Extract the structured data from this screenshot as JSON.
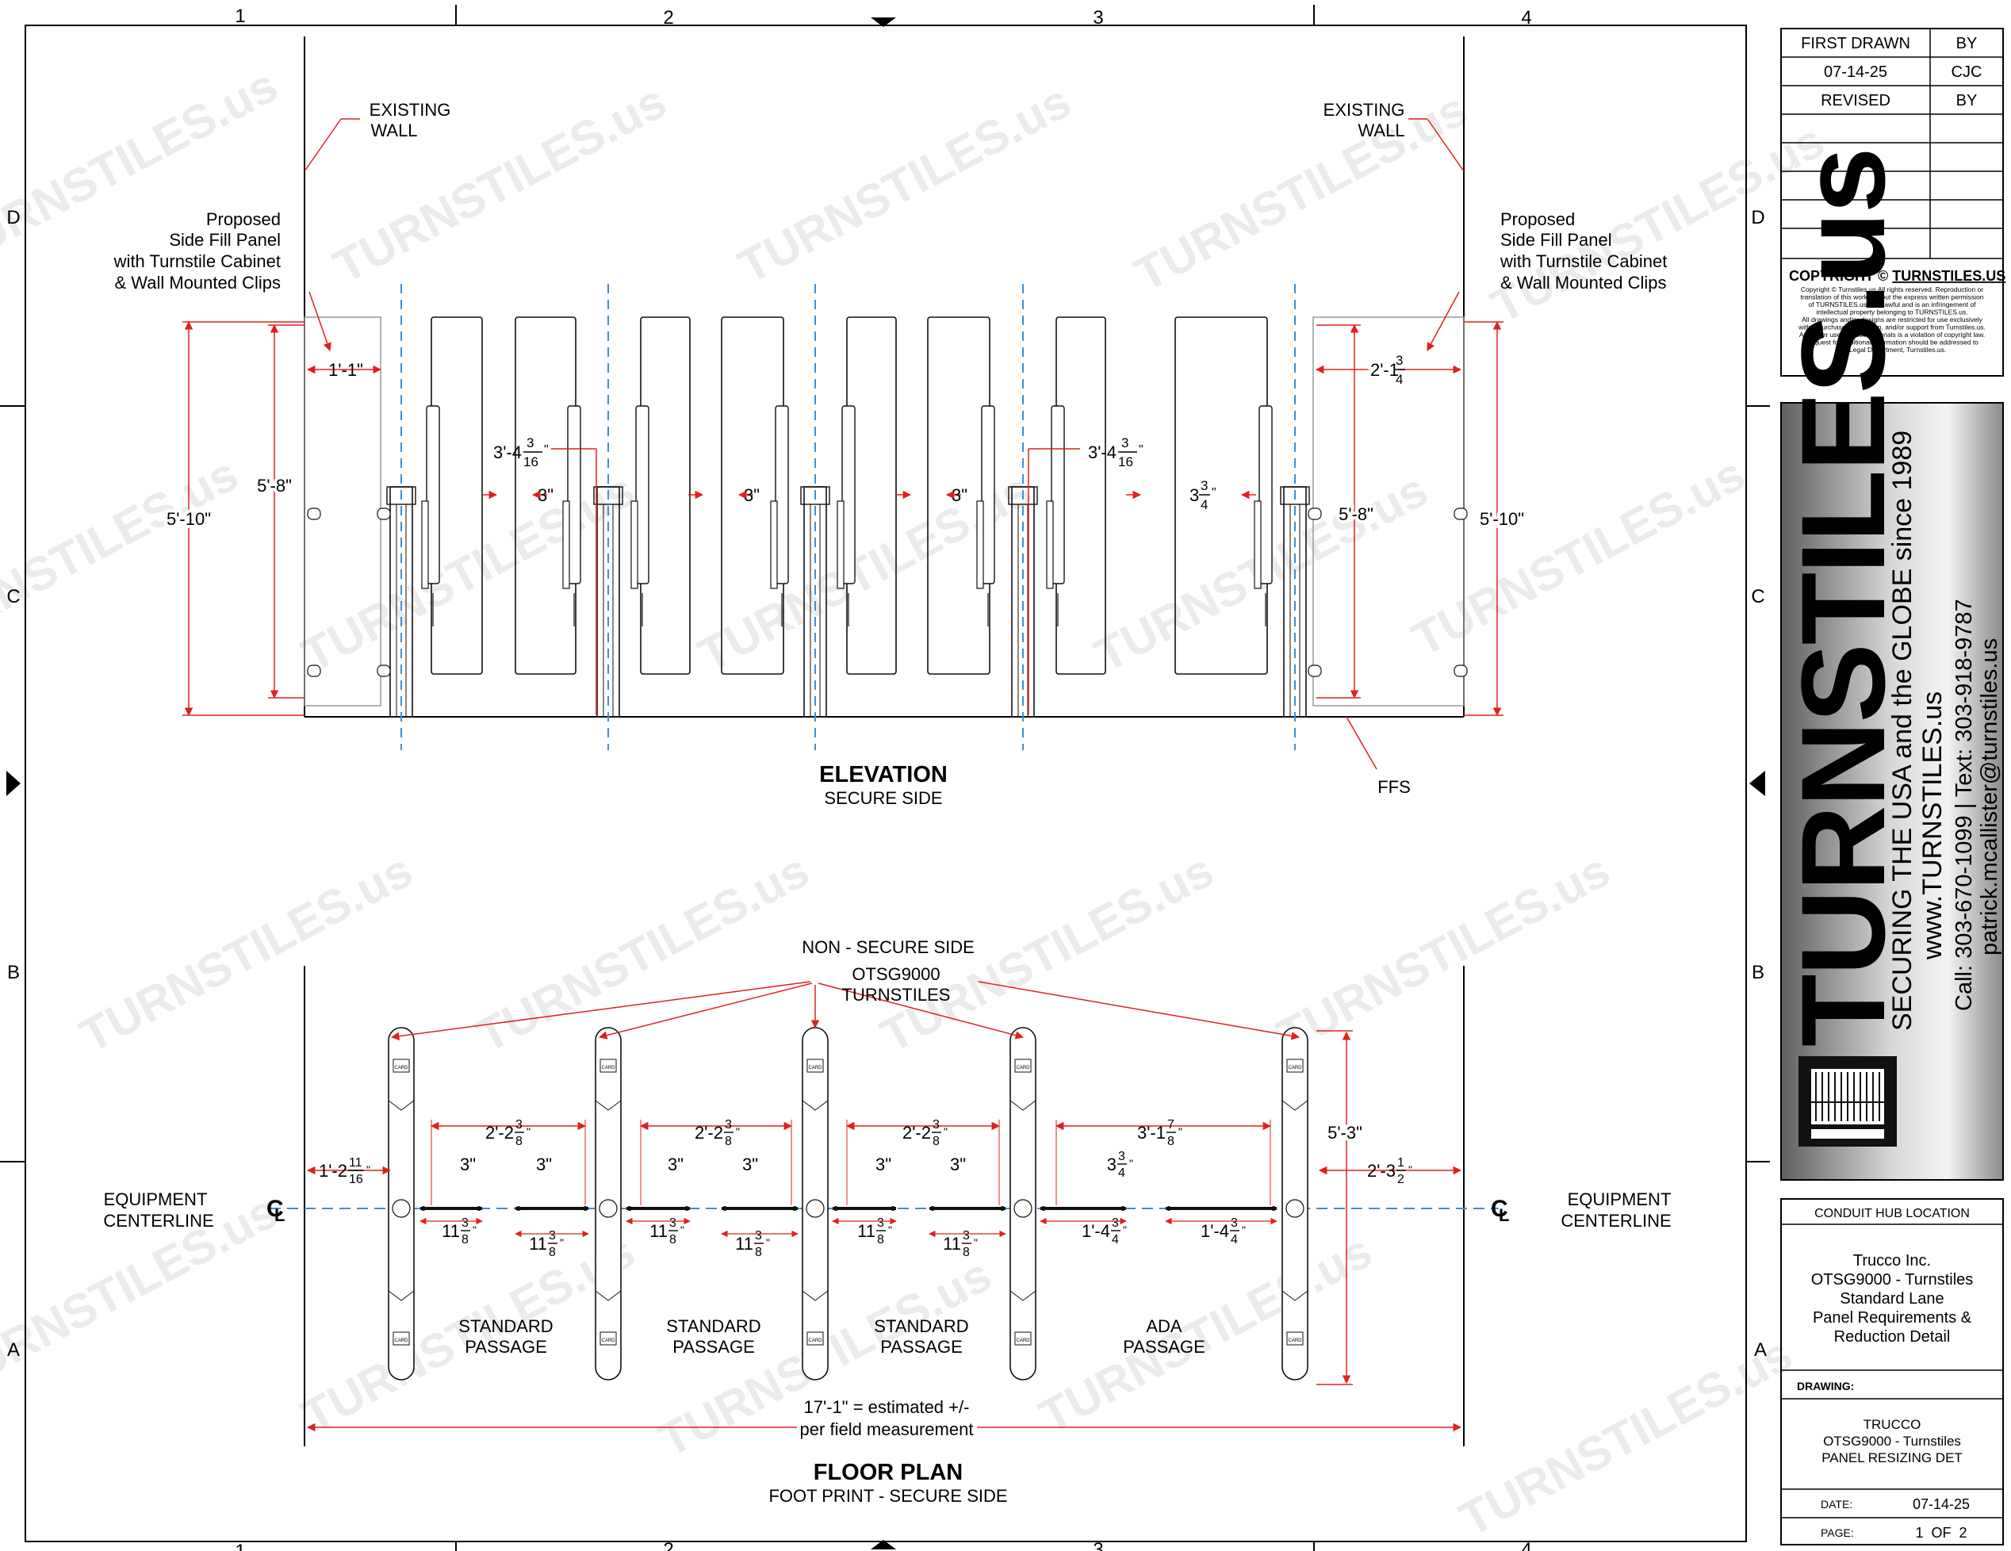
{
  "grid": {
    "cols": [
      "1",
      "2",
      "3",
      "4"
    ],
    "rows": [
      "D",
      "C",
      "B",
      "A"
    ]
  },
  "title_block": {
    "first_drawn": "FIRST DRAWN",
    "by": "BY",
    "date": "07-14-25",
    "initials": "CJC",
    "revised": "REVISED",
    "by2": "BY",
    "copyright_title": "COPYRIGHT ©",
    "copyright_brand": "TURNSTILES.US",
    "copyright_lines": [
      "Copyright © Turnstiles.us All rights reserved. Reproduction or",
      "translation of this work without the express written permission",
      "of TURNSTILES.us is unlawful and is an infringement of",
      "intellectual property belonging to TURNSTILES.us.",
      "All drawings and/or designs are restricted for use exclusively",
      "with a purchase, installation, and/or support from Turnstiles.us.",
      "Any other use of these materials is a violation of copyright law.",
      "Request for additional information should be addressed to",
      "the Legal Department, Turnstiles.us."
    ],
    "logo_text": "TURNSTILES.us",
    "tagline": "SECURING THE USA and the GLOBE since 1989",
    "website": "www.TURNSTILES.us",
    "phone": "Call: 303-670-1099  |  Text: 303-918-9787",
    "email": "patrick.mcallister@turnstiles.us",
    "conduit": "CONDUIT HUB LOCATION",
    "project_lines": [
      "Trucco Inc.",
      "OTSG9000 - Turnstiles",
      "Standard Lane",
      "Panel Requirements &",
      "Reduction Detail"
    ],
    "drawing_label": "DRAWING:",
    "drawing_lines": [
      "TRUCCO",
      "OTSG9000 - Turnstiles",
      "PANEL RESIZING DET"
    ],
    "date_label": "DATE:",
    "date_value": "07-14-25",
    "page_label": "PAGE:",
    "page_value": "1  OF  2"
  },
  "watermark": "TURNSTILES.us",
  "elevation": {
    "title": "ELEVATION",
    "subtitle": "SECURE SIDE",
    "existing_wall_left": [
      "EXISTING",
      "WALL"
    ],
    "existing_wall_right": [
      "EXISTING",
      "WALL"
    ],
    "proposed_left": [
      "Proposed",
      "Side Fill Panel",
      "with Turnstile Cabinet",
      "& Wall Mounted Clips"
    ],
    "proposed_right": [
      "Proposed",
      "Side Fill Panel",
      "with Turnstile Cabinet",
      "& Wall Mounted Clips"
    ],
    "ffs": "FFS",
    "dims": {
      "left_width": "1'-1\"",
      "right_width_main": "2'-1",
      "right_width_num": "3",
      "right_width_den": "4",
      "h_5_10_left": "5'-10\"",
      "h_5_8_left": "5'-8\"",
      "h_5_8_right": "5'-8\"",
      "h_5_10_right": "5'-10\"",
      "gap1_main": "3'-4",
      "gap1_num": "3",
      "gap1_den": "16",
      "gap2_main": "3'-4",
      "gap2_num": "3",
      "gap2_den": "16",
      "three_a": "3\"",
      "three_b": "3\"",
      "three_c": "3\"",
      "three_d_main": "3",
      "three_d_num": "3",
      "three_d_den": "4"
    }
  },
  "floor_plan": {
    "title": "FLOOR PLAN",
    "subtitle": "FOOT PRINT - SECURE SIDE",
    "non_secure": "NON - SECURE SIDE",
    "turnstiles_label": [
      "OTSG9000",
      "TURNSTILES"
    ],
    "equipment_left": [
      "EQUIPMENT",
      "CENTERLINE"
    ],
    "equipment_right": [
      "EQUIPMENT",
      "CENTERLINE"
    ],
    "cl_symbol": "CL",
    "passages": [
      [
        "STANDARD",
        "PASSAGE"
      ],
      [
        "STANDARD",
        "PASSAGE"
      ],
      [
        "STANDARD",
        "PASSAGE"
      ],
      [
        "ADA",
        "PASSAGE"
      ]
    ],
    "card_label": "CARD",
    "overall": [
      "17'-1\" = estimated +/-",
      "per field measurement"
    ],
    "dims": {
      "left_main": "1'-2",
      "left_num": "11",
      "left_den": "16",
      "right_main": "2'-3",
      "right_num": "1",
      "right_den": "2",
      "height": "5'-3\"",
      "p1_main": "2'-2",
      "p1_num": "3",
      "p1_den": "8",
      "p2_main": "2'-2",
      "p2_num": "3",
      "p2_den": "8",
      "p3_main": "2'-2",
      "p3_num": "3",
      "p3_den": "8",
      "p4_main": "3'-1",
      "p4_num": "7",
      "p4_den": "8",
      "three": "3\"",
      "ada_three_main": "3",
      "ada_three_num": "3",
      "ada_three_den": "4",
      "eleven_main": "11",
      "eleven_num": "3",
      "eleven_den": "8",
      "ada_leaf_main": "1'-4",
      "ada_leaf_num": "3",
      "ada_leaf_den": "4"
    }
  },
  "colors": {
    "line": "#000000",
    "dimension": "#e0201c",
    "centerline": "#3d8fd6",
    "watermark": "#e6e6e6",
    "logo_bg_dark": "#6b6b6b",
    "logo_bg_light": "#e9e9e9"
  }
}
